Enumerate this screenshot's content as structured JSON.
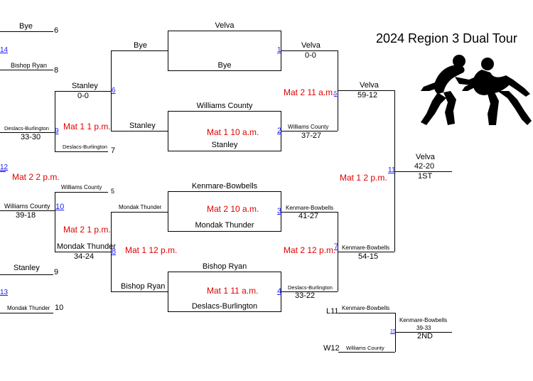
{
  "title": "2024 Region 3 Dual Tour",
  "bracket": {
    "lb_top": {
      "bye": "Bye",
      "seed6": "6",
      "g14": "14",
      "bishop": "Bishop Ryan",
      "seed8": "8",
      "deslacs": "Deslacs-Burlington",
      "deslacs_score": "33-30",
      "g12": "12"
    },
    "lb_mid": {
      "stanley": "Stanley",
      "seed9": "9",
      "g13": "13",
      "mondak": "Mondak Thunder",
      "seed10": "10"
    },
    "r1": {
      "g6": "6",
      "stanley_top": "Stanley",
      "stanley_score": "0-0",
      "g9": "9",
      "mat_g9": "Mat 1 1 p.m.",
      "stanley_bot": "Stanley",
      "deslacs_bot": "Deslacs-Burlington",
      "seed7": "7",
      "mat_g12": "Mat 2 2 p.m.",
      "wc_top": "Williams County",
      "seed5": "5",
      "wc_left": "Williams County",
      "wc_score": "39-18",
      "g10": "10",
      "mat_g10": "Mat 2 1 p.m.",
      "mondak_left": "Mondak Thunder",
      "mondak_score": "34-24",
      "g8": "8",
      "mat_g8": "Mat 1 12 p.m.",
      "mondak_r": "Mondak Thunder",
      "bishop_bot": "Bishop Ryan"
    },
    "r2": {
      "bye_top": "Bye",
      "velva_box": "Velva",
      "bye_box": "Bye",
      "wc_box": "Williams County",
      "mat_g2": "Mat 1 10 a.m.",
      "stanley_box": "Stanley",
      "kb_box": "Kenmare-Bowbells",
      "mat_g3": "Mat 2 10 a.m.",
      "mondak_box": "Mondak Thunder",
      "br_box": "Bishop Ryan",
      "mat_g4": "Mat 1 11 a.m.",
      "db_box": "Deslacs-Burlington"
    },
    "r3": {
      "velva": "Velva",
      "velva_score": "0-0",
      "g1": "1",
      "mat_g5": "Mat 2 11 a.m.",
      "g5": "5",
      "wc": "Williams County",
      "wc_score": "37-27",
      "g2": "2",
      "kb": "Kenmare-Bowbells",
      "kb_score": "41-27",
      "g3": "3",
      "mat_g7": "Mat 2 12 p.m.",
      "g7": "7",
      "db": "Deslacs-Burlington",
      "db_score": "33-22",
      "g4": "4"
    },
    "r4": {
      "velva": "Velva",
      "velva_score": "59-12",
      "mat_g11": "Mat 1 2 p.m.",
      "g11": "11",
      "kb": "Kenmare-Bowbells",
      "kb_score": "54-15"
    },
    "final": {
      "champ": "Velva",
      "champ_score": "42-20",
      "first": "1ST"
    },
    "second": {
      "l11": "L11",
      "l11_team": "Kenmare-Bowbells",
      "w12": "W12",
      "w12_team": "Williams County",
      "g15": "15",
      "team": "Kenmare-Bowbells",
      "score": "39-33",
      "place": "2ND"
    }
  },
  "logo_icon": "wrestlers-silhouette-icon"
}
